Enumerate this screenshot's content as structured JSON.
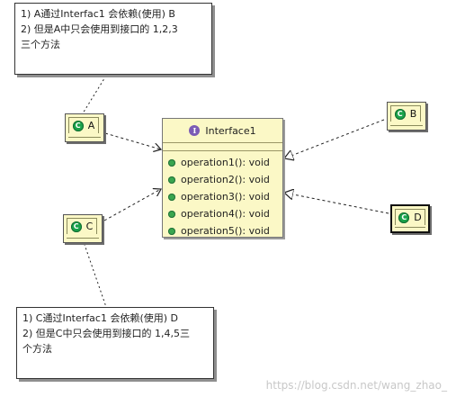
{
  "notes": {
    "top": {
      "lines": [
        "1) A通过Interfac1 会依赖(使用) B",
        "2) 但是A中只会使用到接口的 1,2,3",
        "三个方法"
      ]
    },
    "bottom": {
      "lines": [
        "1) C通过Interfac1 会依赖(使用) D",
        "2) 但是C中只会使用到接口的 1,4,5三",
        "个方法"
      ]
    }
  },
  "classes": {
    "a": {
      "name": "A",
      "icon": "class-c-icon"
    },
    "b": {
      "name": "B",
      "icon": "class-c-icon"
    },
    "c": {
      "name": "C",
      "icon": "class-c-icon"
    },
    "d": {
      "name": "D",
      "icon": "class-c-icon"
    }
  },
  "interface": {
    "name": "Interface1",
    "icon": "interface-i-icon",
    "operations": [
      "operation1(): void",
      "operation2(): void",
      "operation3(): void",
      "operation4(): void",
      "operation5(): void"
    ]
  },
  "icons": {
    "class_letter": "C",
    "interface_letter": "I"
  },
  "watermark": "https://blog.csdn.net/wang_zhao_"
}
